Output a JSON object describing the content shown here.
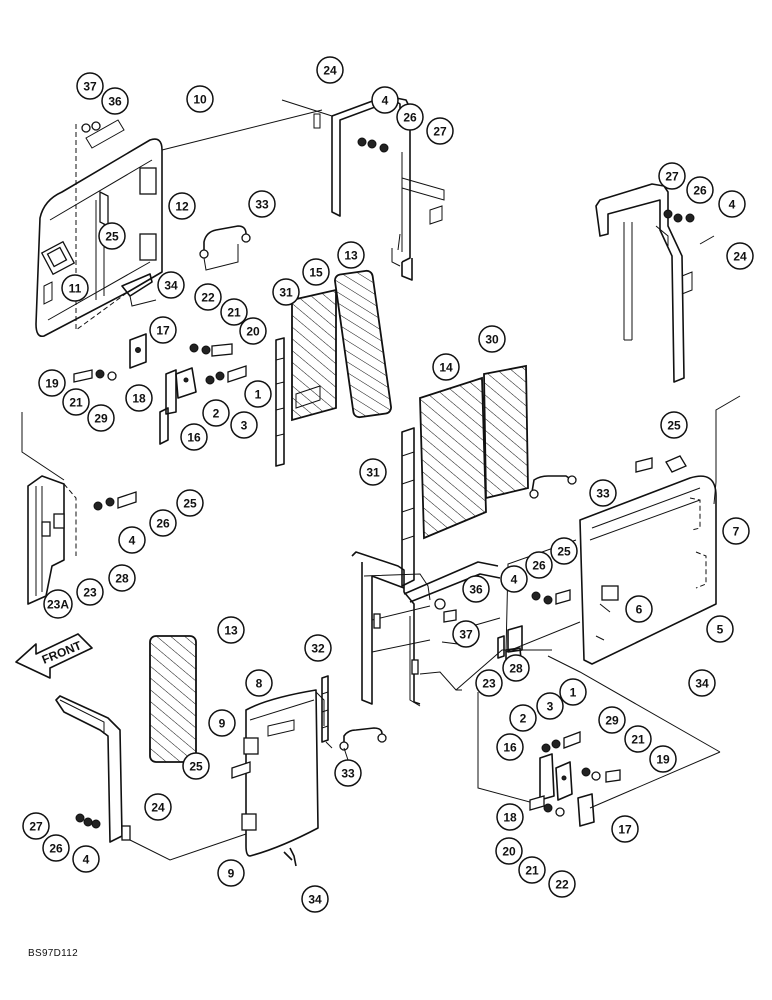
{
  "drawing_code": "BS97D112",
  "front_label": "FRONT",
  "callouts": [
    {
      "id": "c37a",
      "label": "37"
    },
    {
      "id": "c36a",
      "label": "36"
    },
    {
      "id": "c10",
      "label": "10"
    },
    {
      "id": "c24a",
      "label": "24"
    },
    {
      "id": "c4a",
      "label": "4"
    },
    {
      "id": "c26a",
      "label": "26"
    },
    {
      "id": "c27a",
      "label": "27"
    },
    {
      "id": "c12",
      "label": "12"
    },
    {
      "id": "c25a",
      "label": "25"
    },
    {
      "id": "c33a",
      "label": "33"
    },
    {
      "id": "c11",
      "label": "11"
    },
    {
      "id": "c34a",
      "label": "34"
    },
    {
      "id": "c27b",
      "label": "27"
    },
    {
      "id": "c26b",
      "label": "26"
    },
    {
      "id": "c4b",
      "label": "4"
    },
    {
      "id": "c24b",
      "label": "24"
    },
    {
      "id": "c13a",
      "label": "13"
    },
    {
      "id": "c15",
      "label": "15"
    },
    {
      "id": "c31a",
      "label": "31"
    },
    {
      "id": "c22a",
      "label": "22"
    },
    {
      "id": "c21a",
      "label": "21"
    },
    {
      "id": "c20a",
      "label": "20"
    },
    {
      "id": "c17a",
      "label": "17"
    },
    {
      "id": "c19a",
      "label": "19"
    },
    {
      "id": "c21b",
      "label": "21"
    },
    {
      "id": "c29a",
      "label": "29"
    },
    {
      "id": "c18a",
      "label": "18"
    },
    {
      "id": "c2a",
      "label": "2"
    },
    {
      "id": "c1a",
      "label": "1"
    },
    {
      "id": "c3a",
      "label": "3"
    },
    {
      "id": "c16a",
      "label": "16"
    },
    {
      "id": "c14",
      "label": "14"
    },
    {
      "id": "c30",
      "label": "30"
    },
    {
      "id": "c25b",
      "label": "25"
    },
    {
      "id": "c31b",
      "label": "31"
    },
    {
      "id": "c33b",
      "label": "33"
    },
    {
      "id": "c7",
      "label": "7"
    },
    {
      "id": "c25c",
      "label": "25"
    },
    {
      "id": "c26c",
      "label": "26"
    },
    {
      "id": "c4c",
      "label": "4"
    },
    {
      "id": "c28a",
      "label": "28"
    },
    {
      "id": "c23a",
      "label": "23"
    },
    {
      "id": "c23A",
      "label": "23A"
    },
    {
      "id": "c36b",
      "label": "36"
    },
    {
      "id": "c37b",
      "label": "37"
    },
    {
      "id": "c4d",
      "label": "4"
    },
    {
      "id": "c26d",
      "label": "26"
    },
    {
      "id": "c25d",
      "label": "25"
    },
    {
      "id": "c6",
      "label": "6"
    },
    {
      "id": "c5",
      "label": "5"
    },
    {
      "id": "c28b",
      "label": "28"
    },
    {
      "id": "c23b",
      "label": "23"
    },
    {
      "id": "c34b",
      "label": "34"
    },
    {
      "id": "c13b",
      "label": "13"
    },
    {
      "id": "c32",
      "label": "32"
    },
    {
      "id": "c8",
      "label": "8"
    },
    {
      "id": "c9a",
      "label": "9"
    },
    {
      "id": "c25e",
      "label": "25"
    },
    {
      "id": "c33c",
      "label": "33"
    },
    {
      "id": "c24c",
      "label": "24"
    },
    {
      "id": "c27c",
      "label": "27"
    },
    {
      "id": "c26e",
      "label": "26"
    },
    {
      "id": "c4e",
      "label": "4"
    },
    {
      "id": "c9b",
      "label": "9"
    },
    {
      "id": "c34c",
      "label": "34"
    },
    {
      "id": "c1b",
      "label": "1"
    },
    {
      "id": "c2b",
      "label": "2"
    },
    {
      "id": "c3b",
      "label": "3"
    },
    {
      "id": "c29b",
      "label": "29"
    },
    {
      "id": "c21c",
      "label": "21"
    },
    {
      "id": "c19b",
      "label": "19"
    },
    {
      "id": "c16b",
      "label": "16"
    },
    {
      "id": "c18b",
      "label": "18"
    },
    {
      "id": "c17b",
      "label": "17"
    },
    {
      "id": "c20b",
      "label": "20"
    },
    {
      "id": "c21d",
      "label": "21"
    },
    {
      "id": "c22b",
      "label": "22"
    }
  ]
}
